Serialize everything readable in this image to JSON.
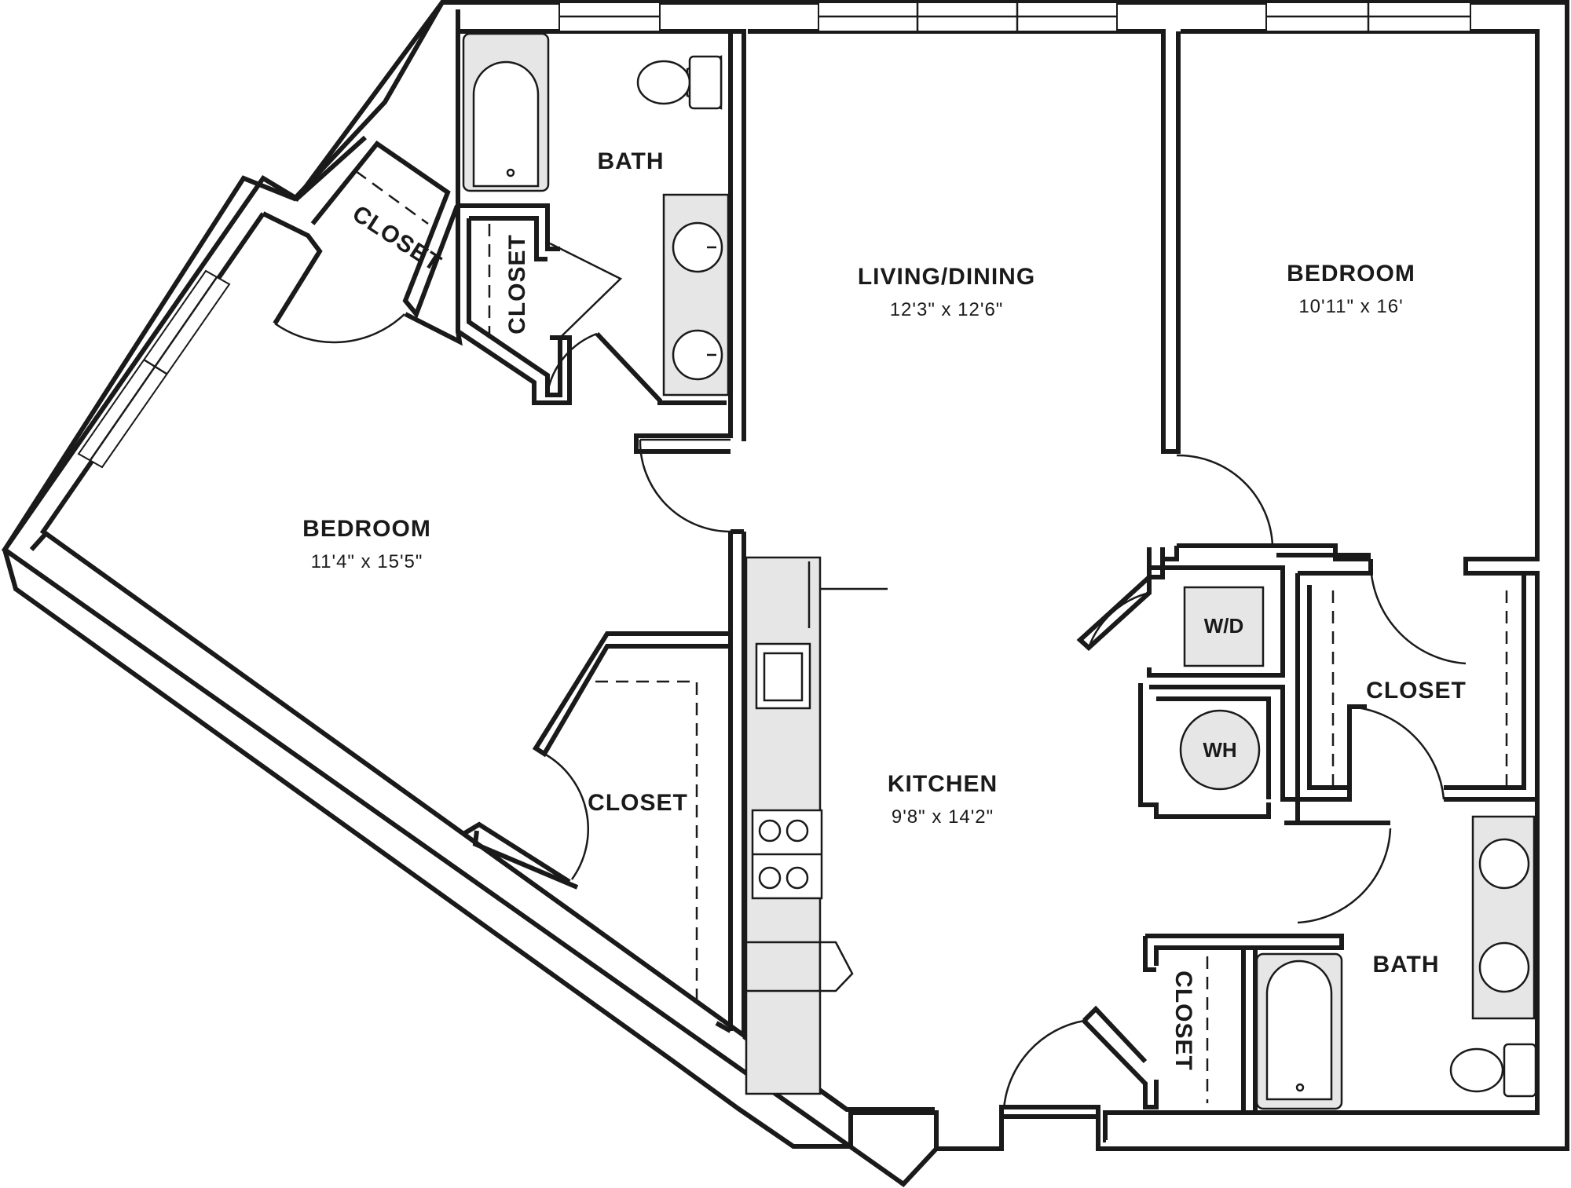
{
  "rooms": {
    "bath_top": {
      "name": "BATH"
    },
    "closet_top_diag": {
      "name": "CLOSET"
    },
    "closet_top_vert": {
      "name": "CLOSET"
    },
    "living_dining": {
      "name": "LIVING/DINING",
      "dims": "12'3\" x 12'6\""
    },
    "bedroom_right": {
      "name": "BEDROOM",
      "dims": "10'11\" x 16'"
    },
    "bedroom_left": {
      "name": "BEDROOM",
      "dims": "11'4\" x 15'5\""
    },
    "kitchen": {
      "name": "KITCHEN",
      "dims": "9'8\" x 14'2\""
    },
    "closet_left": {
      "name": "CLOSET"
    },
    "closet_right": {
      "name": "CLOSET"
    },
    "closet_bottom": {
      "name": "CLOSET"
    },
    "bath_bottom": {
      "name": "BATH"
    }
  },
  "appliances": {
    "washer_dryer": "W/D",
    "water_heater": "WH"
  }
}
